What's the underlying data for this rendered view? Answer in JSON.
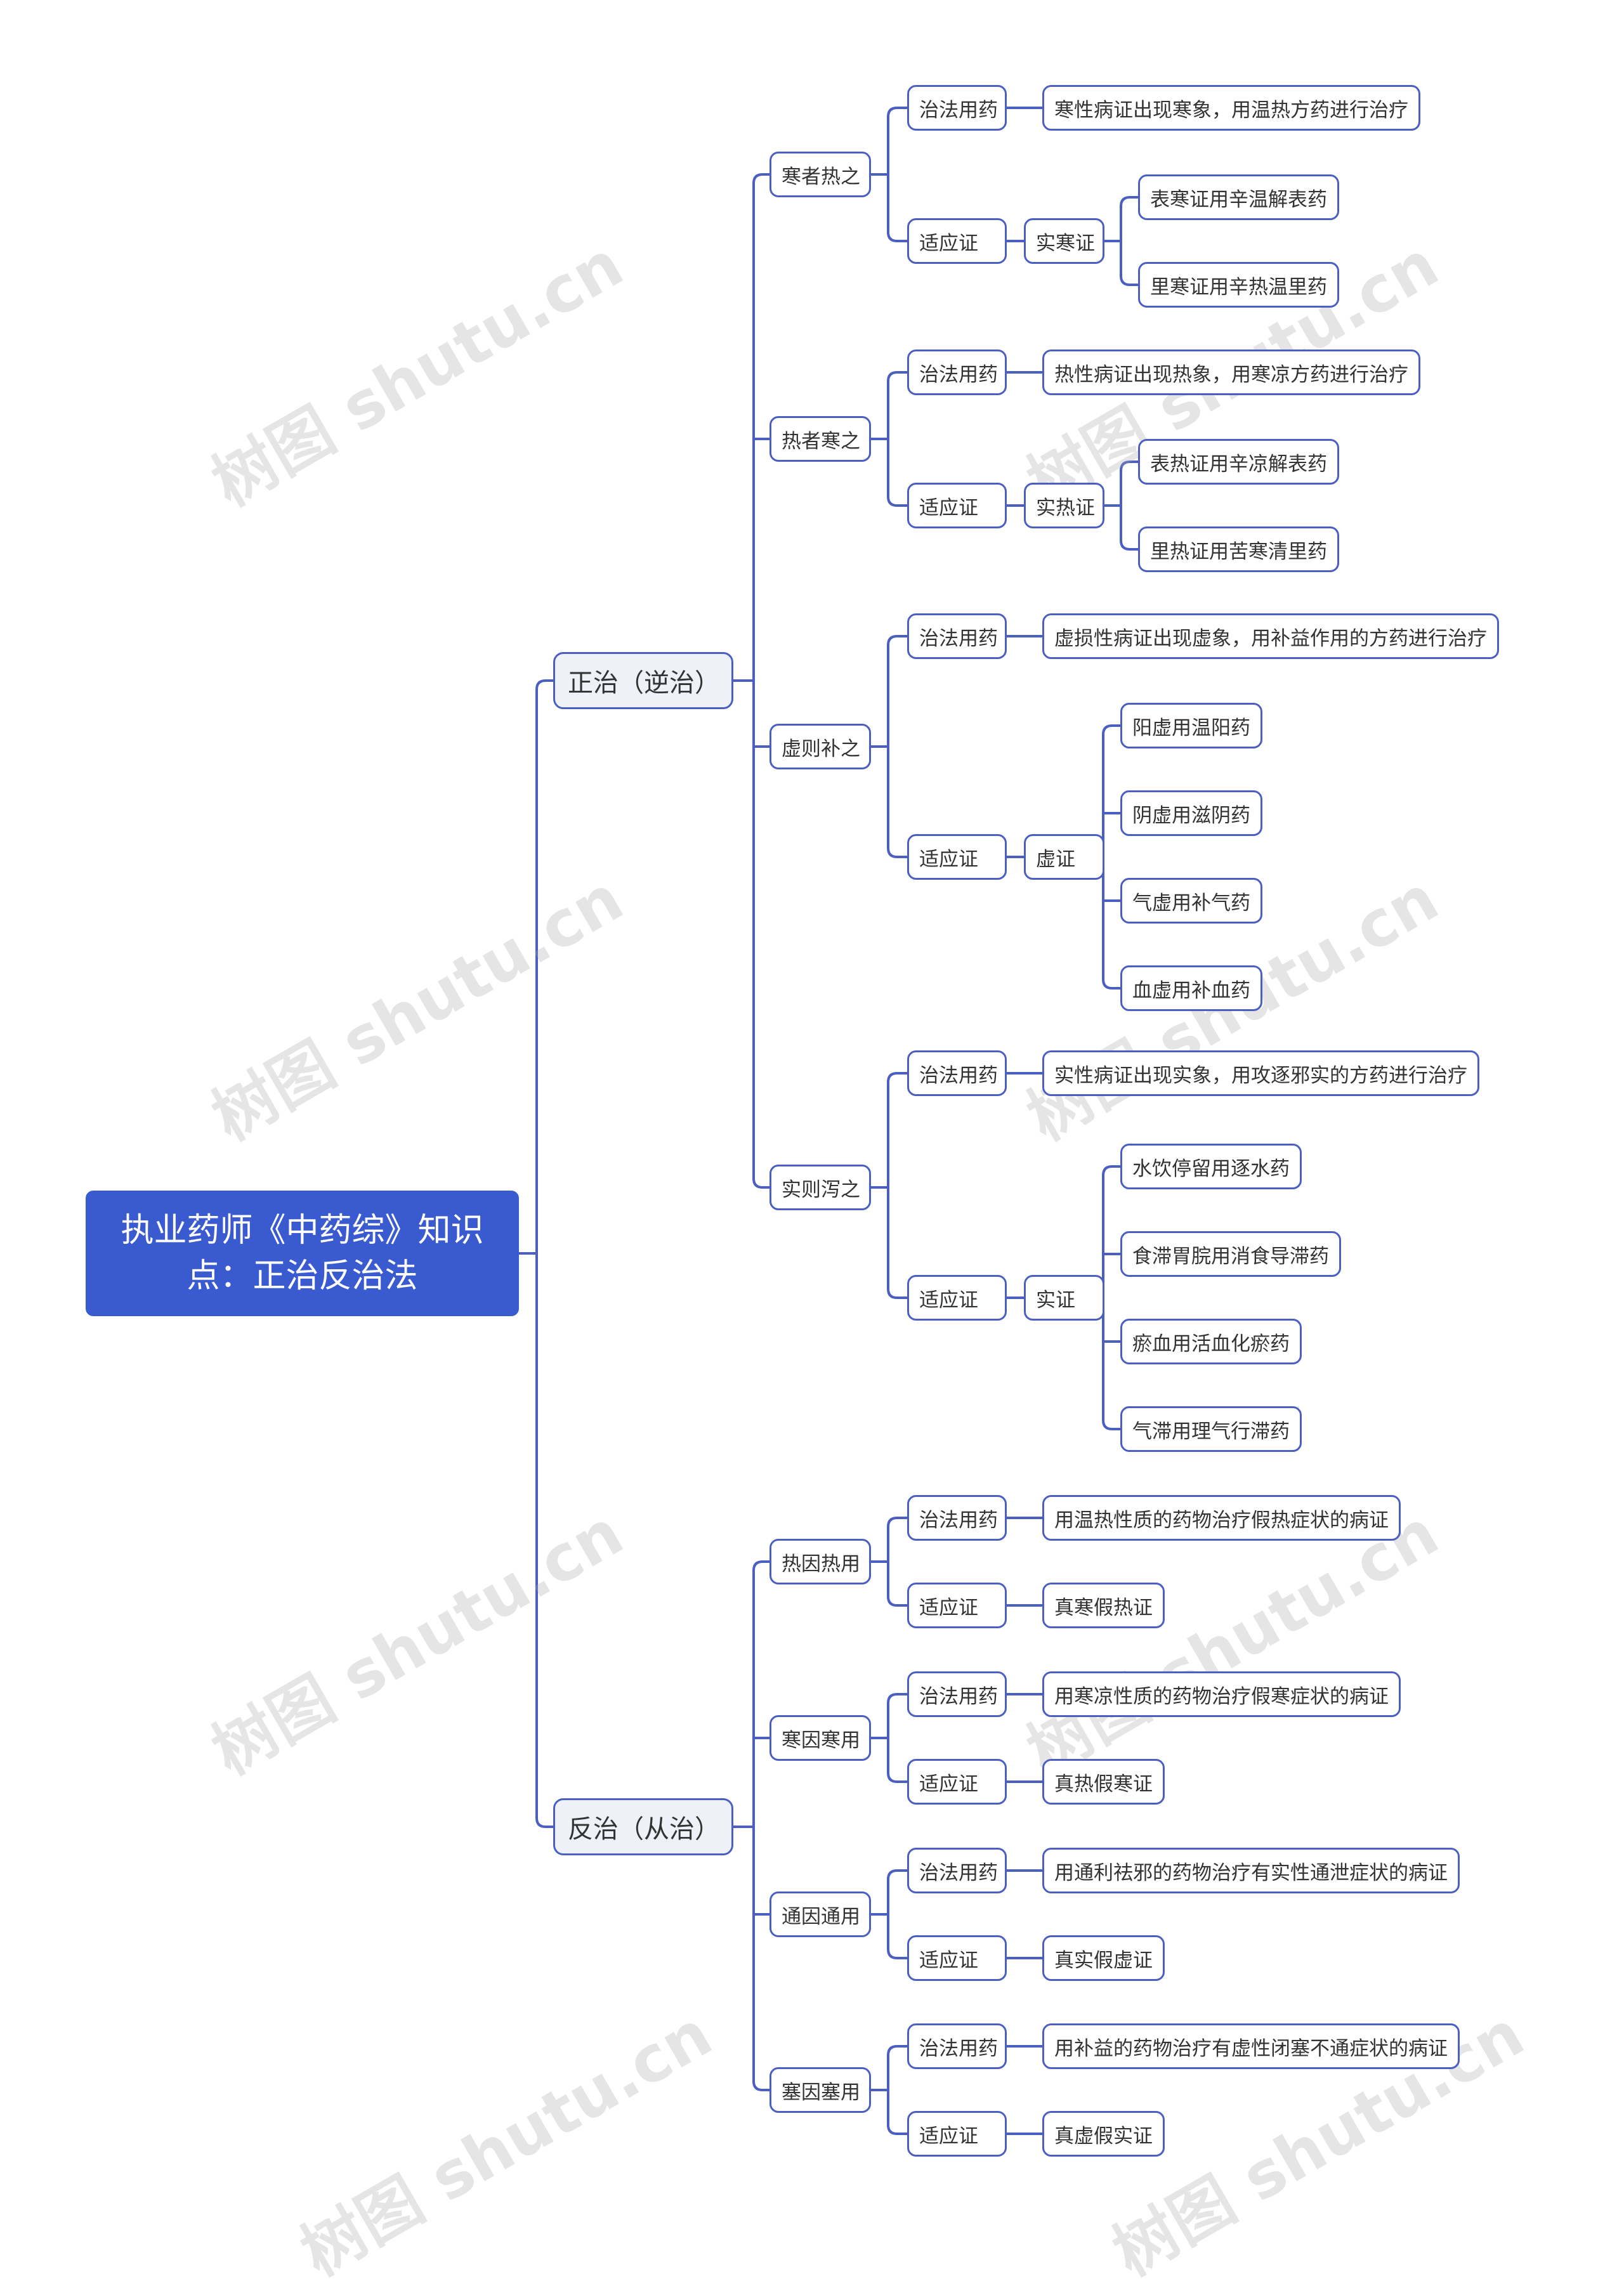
{
  "diagram": {
    "title": "执业药师《中药综》知识点：正治反治法",
    "accent_color": "#3a5bd0",
    "line_color": "#4a5fc1",
    "watermark": "树图 shutu.cn",
    "branches": [
      {
        "label": "正治（逆治）",
        "children": [
          {
            "label": "寒者热之",
            "children": [
              {
                "label": "治法用药",
                "children": [
                  {
                    "label": "寒性病证出现寒象，用温热方药进行治疗"
                  }
                ]
              },
              {
                "label": "适应证",
                "children": [
                  {
                    "label": "实寒证",
                    "children": [
                      {
                        "label": "表寒证用辛温解表药"
                      },
                      {
                        "label": "里寒证用辛热温里药"
                      }
                    ]
                  }
                ]
              }
            ]
          },
          {
            "label": "热者寒之",
            "children": [
              {
                "label": "治法用药",
                "children": [
                  {
                    "label": "热性病证出现热象，用寒凉方药进行治疗"
                  }
                ]
              },
              {
                "label": "适应证",
                "children": [
                  {
                    "label": "实热证",
                    "children": [
                      {
                        "label": "表热证用辛凉解表药"
                      },
                      {
                        "label": "里热证用苦寒清里药"
                      }
                    ]
                  }
                ]
              }
            ]
          },
          {
            "label": "虚则补之",
            "children": [
              {
                "label": "治法用药",
                "children": [
                  {
                    "label": "虚损性病证出现虚象，用补益作用的方药进行治疗"
                  }
                ]
              },
              {
                "label": "适应证",
                "children": [
                  {
                    "label": "虚证",
                    "children": [
                      {
                        "label": "阳虚用温阳药"
                      },
                      {
                        "label": "阴虚用滋阴药"
                      },
                      {
                        "label": "气虚用补气药"
                      },
                      {
                        "label": "血虚用补血药"
                      }
                    ]
                  }
                ]
              }
            ]
          },
          {
            "label": "实则泻之",
            "children": [
              {
                "label": "治法用药",
                "children": [
                  {
                    "label": "实性病证出现实象，用攻逐邪实的方药进行治疗"
                  }
                ]
              },
              {
                "label": "适应证",
                "children": [
                  {
                    "label": "实证",
                    "children": [
                      {
                        "label": "水饮停留用逐水药"
                      },
                      {
                        "label": "食滞胃脘用消食导滞药"
                      },
                      {
                        "label": "瘀血用活血化瘀药"
                      },
                      {
                        "label": "气滞用理气行滞药"
                      }
                    ]
                  }
                ]
              }
            ]
          }
        ]
      },
      {
        "label": "反治（从治）",
        "children": [
          {
            "label": "热因热用",
            "children": [
              {
                "label": "治法用药",
                "children": [
                  {
                    "label": "用温热性质的药物治疗假热症状的病证"
                  }
                ]
              },
              {
                "label": "适应证",
                "children": [
                  {
                    "label": "真寒假热证"
                  }
                ]
              }
            ]
          },
          {
            "label": "寒因寒用",
            "children": [
              {
                "label": "治法用药",
                "children": [
                  {
                    "label": "用寒凉性质的药物治疗假寒症状的病证"
                  }
                ]
              },
              {
                "label": "适应证",
                "children": [
                  {
                    "label": "真热假寒证"
                  }
                ]
              }
            ]
          },
          {
            "label": "通因通用",
            "children": [
              {
                "label": "治法用药",
                "children": [
                  {
                    "label": "用通利祛邪的药物治疗有实性通泄症状的病证"
                  }
                ]
              },
              {
                "label": "适应证",
                "children": [
                  {
                    "label": "真实假虚证"
                  }
                ]
              }
            ]
          },
          {
            "label": "塞因塞用",
            "children": [
              {
                "label": "治法用药",
                "children": [
                  {
                    "label": "用补益的药物治疗有虚性闭塞不通症状的病证"
                  }
                ]
              },
              {
                "label": "适应证",
                "children": [
                  {
                    "label": "真虚假实证"
                  }
                ]
              }
            ]
          }
        ]
      }
    ]
  }
}
